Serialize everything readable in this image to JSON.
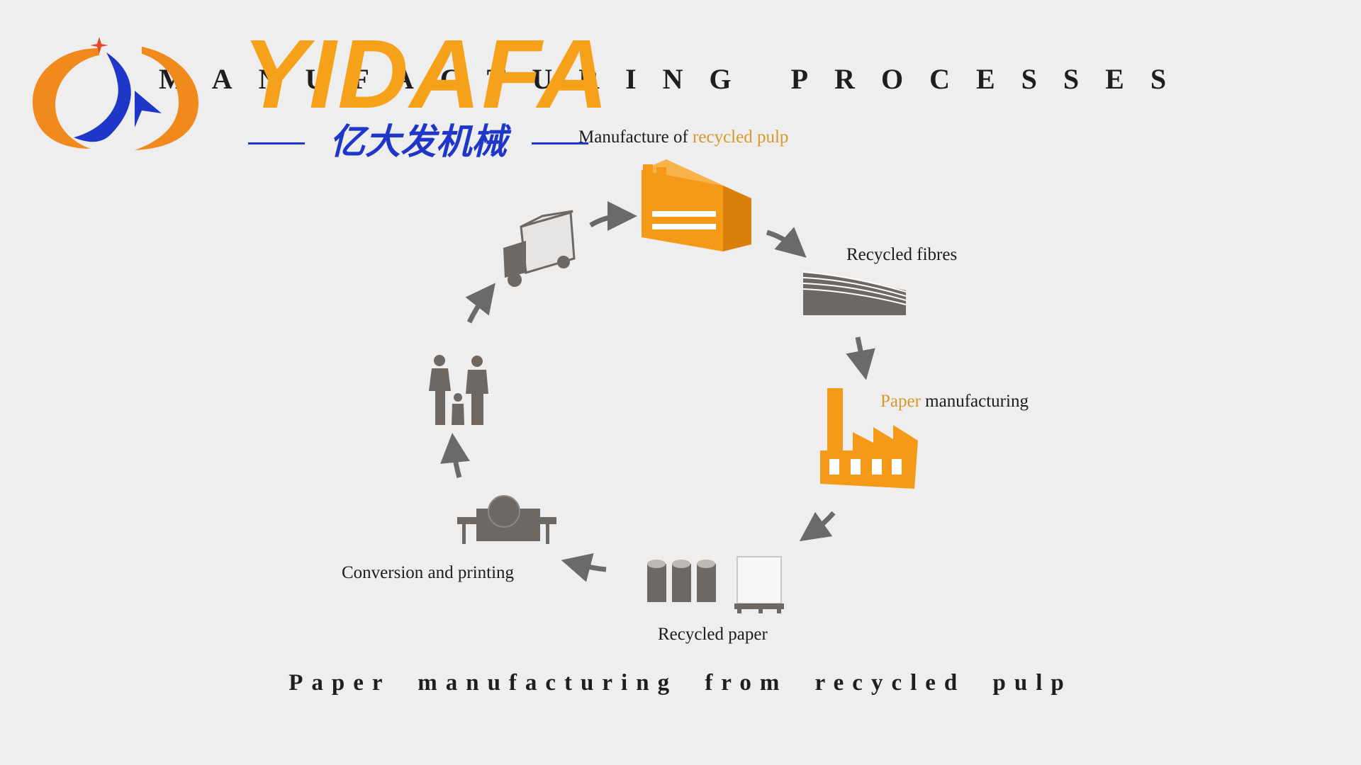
{
  "heading": "MANUFACTURING PROCESSES",
  "caption": "Paper manufacturing from recycled pulp",
  "steps": {
    "pulp": {
      "prefix": "Manufacture of ",
      "accent": "recycled pulp"
    },
    "fibres": {
      "label": "Recycled fibres"
    },
    "paper_mfg": {
      "accent": "Paper",
      "suffix": " manufacturing"
    },
    "recycled_paper": {
      "label": "Recycled paper"
    },
    "conversion": {
      "label": "Conversion and printing"
    }
  },
  "logo": {
    "name": "YIDAFA",
    "subtitle": "亿大发机械"
  },
  "colors": {
    "background": "#efeeee",
    "accent_orange": "#f59a18",
    "icon_gray": "#6e6864",
    "arrow_gray": "#6a6a6a",
    "label_accent": "#d69a2a",
    "logo_blue": "#1f37c8",
    "logo_orange": "#f6a11a"
  },
  "icons": [
    "factory-building-icon",
    "paper-fibres-icon",
    "paper-mill-icon",
    "paper-rolls-icon",
    "paper-stack-icon",
    "printing-machine-icon",
    "family-icon",
    "delivery-truck-icon"
  ]
}
